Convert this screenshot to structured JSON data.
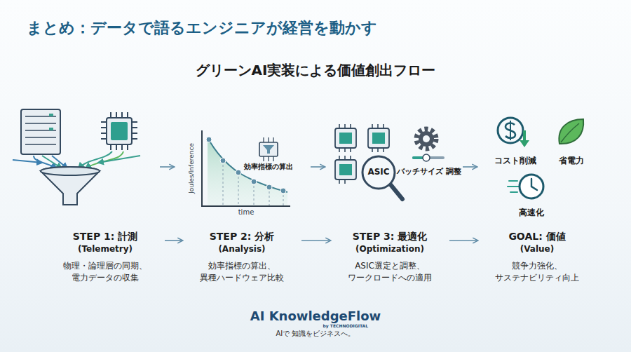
{
  "diagram": {
    "title": "まとめ：データで語るエンジニアが経営を動かす",
    "nodes": [
      {
        "text": [
          "STEP 1: 計測",
          "(Telemetry)",
          "物理・論理層の同期、 電力データの収集"
        ]
      },
      {
        "text": [
          "STEP 2: 分析",
          "(Analysis)",
          "効率指標の算出、 異種ハードウェア比較"
        ]
      },
      {
        "text": [
          "STEP 3: 最適化",
          "(Optimization)",
          "ASIC選定と調整、 ワークロードへの適用"
        ]
      },
      {
        "text": [
          "GOAL: 価値",
          "(Value)",
          "競争力強化、 サステナビリティ向上"
        ]
      }
    ],
    "edges": [
      {
        "from": 0,
        "to": 1,
        "arrow": "to"
      },
      {
        "from": 1,
        "to": 2,
        "arrow": "to"
      },
      {
        "from": 2,
        "to": 3,
        "arrow": "to"
      }
    ],
    "labels": [
      "グリーンAI実装による価値創出フロー",
      "Joules/Inference",
      "効率指標の算出",
      "time",
      "ASIC",
      "バッチサイズ 調整",
      "コスト削減",
      "省電力",
      "高速化",
      "AI KnowledgeFlow",
      "by TECHNODIGITAL",
      "AIで 知識をビジネスへ。"
    ]
  }
}
